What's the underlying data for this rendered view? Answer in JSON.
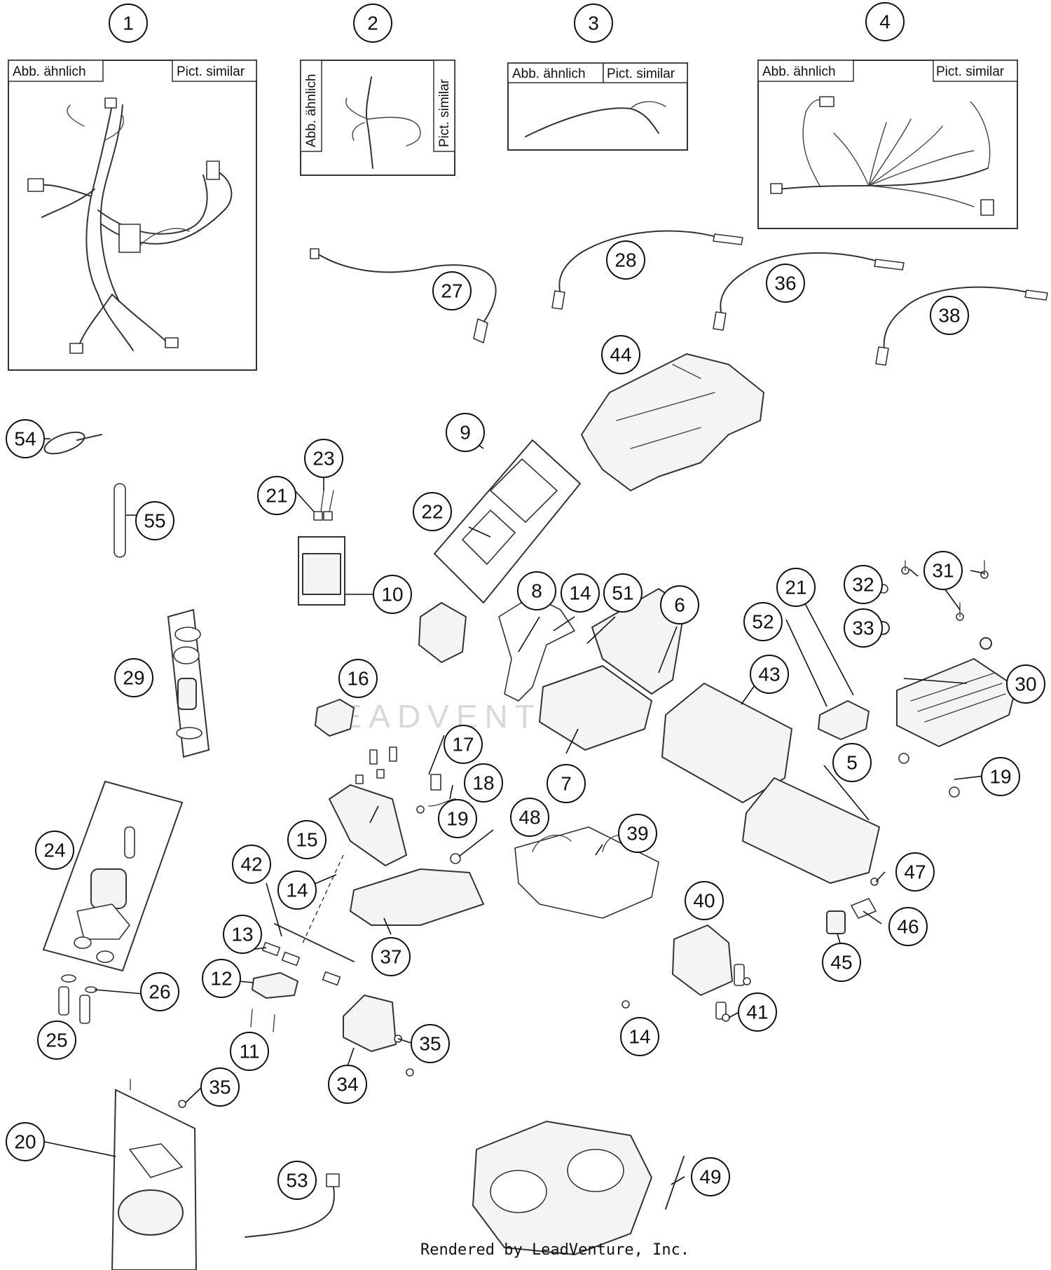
{
  "tags": {
    "abb_aehnlich": "Abb. ähnlich",
    "pict_similar": "Pict. similar"
  },
  "watermark": "LEADVENTURE",
  "footer": "Rendered by LeadVenture, Inc.",
  "callouts": {
    "c1": "1",
    "c2": "2",
    "c3": "3",
    "c4": "4",
    "c5": "5",
    "c6": "6",
    "c7": "7",
    "c8": "8",
    "c9": "9",
    "c10": "10",
    "c11": "11",
    "c12": "12",
    "c13": "13",
    "c14a": "14",
    "c14b": "14",
    "c14c": "14",
    "c15": "15",
    "c16": "16",
    "c17": "17",
    "c18": "18",
    "c19a": "19",
    "c19b": "19",
    "c20": "20",
    "c21a": "21",
    "c21b": "21",
    "c22": "22",
    "c23": "23",
    "c24": "24",
    "c25": "25",
    "c26": "26",
    "c27": "27",
    "c28": "28",
    "c29": "29",
    "c30": "30",
    "c31": "31",
    "c32": "32",
    "c33": "33",
    "c34": "34",
    "c35a": "35",
    "c35b": "35",
    "c36": "36",
    "c37": "37",
    "c38": "38",
    "c39": "39",
    "c40": "40",
    "c41": "41",
    "c42": "42",
    "c43": "43",
    "c44": "44",
    "c45": "45",
    "c46": "46",
    "c47": "47",
    "c48": "48",
    "c49": "49",
    "c51": "51",
    "c52": "52",
    "c53": "53",
    "c54": "54",
    "c55": "55"
  }
}
